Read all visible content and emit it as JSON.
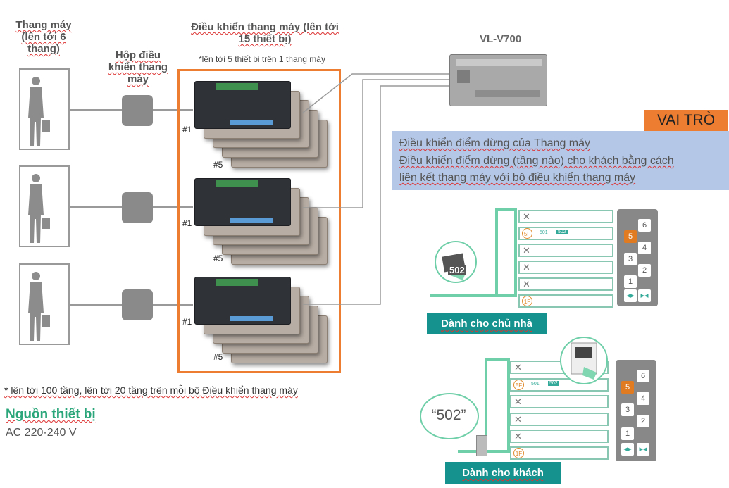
{
  "columns": {
    "elevator": "Thang máy (lên tới 6 thang)",
    "control_box": "Hộp điều khiển thang máy",
    "elevator_controller": "Điều khiển thang máy (lên tới 15 thiết bị)",
    "controller_note": "*lên tới 5 thiết bị trên 1 thang máy"
  },
  "device": {
    "name": "VL-V700"
  },
  "stack_labels": {
    "first": "#1",
    "last": "#5"
  },
  "footnote": "* lên tới 100 tầng, lên tới 20 tầng trên mỗi bộ Điều khiển thang máy",
  "power": {
    "title": "Nguồn thiết bị",
    "value": "AC 220-240 V"
  },
  "role": {
    "badge": "VAI TRÒ",
    "lines": [
      "Điều khiển điểm dừng của Thang máy",
      "Điều khiển điểm dừng (tầng nào) cho khách bằng cách",
      "liên kết thang máy với bộ điều khiển thang máy"
    ]
  },
  "scenes": {
    "owner": {
      "label": "Dành cho chủ nhà",
      "card_number": "502"
    },
    "guest": {
      "label": "Dành cho khách",
      "speech": "“502”"
    }
  },
  "floor_markers": {
    "selected": "5F",
    "ground": "1F",
    "room_small": "501",
    "room_active": "502"
  },
  "elevator_panel": {
    "buttons": [
      "6",
      "5",
      "4",
      "3",
      "2",
      "1"
    ],
    "active": "5",
    "open_close": [
      "◂▸",
      "▸◂"
    ]
  },
  "colors": {
    "orange": "#ed7d31",
    "role_panel": "#b4c7e7",
    "teal": "#16928e",
    "green": "#6fcfa8"
  }
}
